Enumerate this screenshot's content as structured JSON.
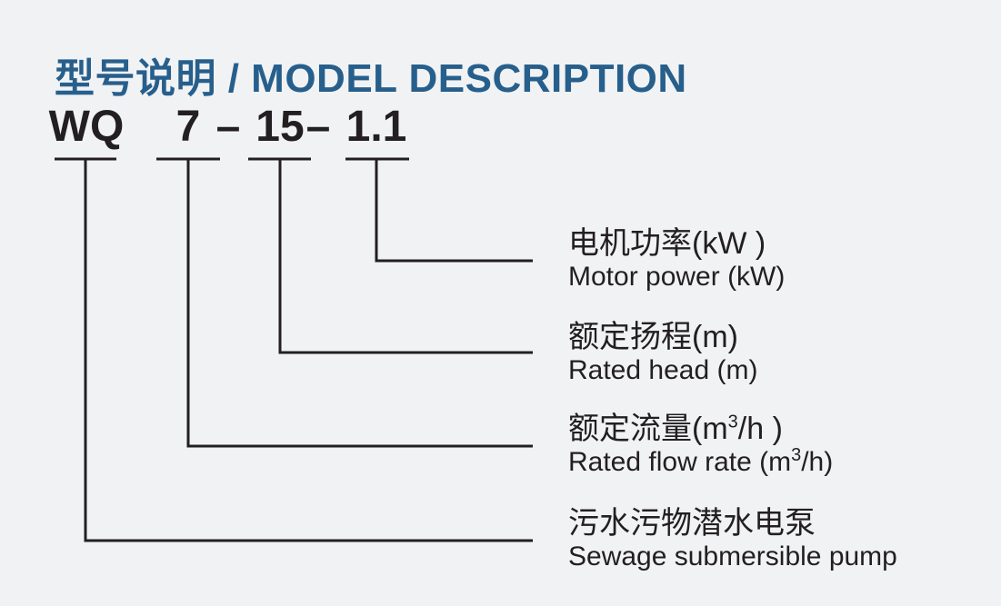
{
  "page": {
    "background_color": "#f0f2f4",
    "accent_color": "#275f8c",
    "ink_color": "#231f20"
  },
  "header": {
    "title": "型号说明 / MODEL DESCRIPTION"
  },
  "model_code": {
    "series": "WQ",
    "flow": "7",
    "dash1": "–",
    "head": "15",
    "dash2": "–",
    "power": "1.1"
  },
  "labels": [
    {
      "name": "motor-power",
      "zh": "电机功率(kW )",
      "en": "Motor power (kW)"
    },
    {
      "name": "rated-head",
      "zh": "额定扬程(m)",
      "en": "Rated head (m)"
    },
    {
      "name": "rated-flow",
      "zh_prefix": "额定流量(m",
      "sup": "3",
      "zh_suffix": "/h )",
      "en_prefix": "Rated flow rate (m",
      "en_suffix": "/h)"
    },
    {
      "name": "sewage-pump",
      "zh": "污水污物潜水电泵",
      "en": "Sewage submersible pump"
    }
  ]
}
